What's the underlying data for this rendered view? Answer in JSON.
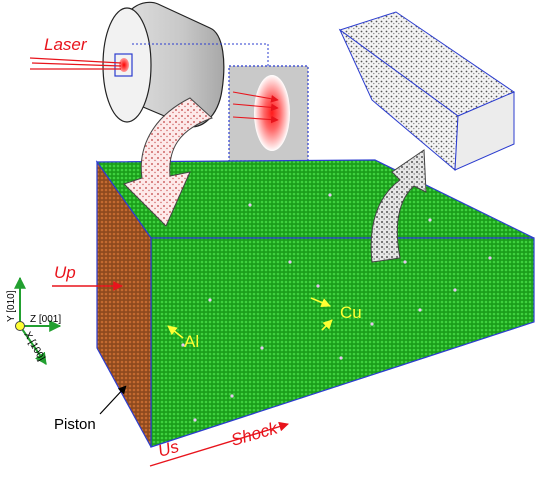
{
  "labels": {
    "laser": "Laser",
    "up": "Up",
    "us": "Us",
    "shock": "Shock",
    "piston": "Piston",
    "al": "Al",
    "cu": "Cu"
  },
  "axes": {
    "y": "Y [010]",
    "z": "Z [001]",
    "x": "X [100]"
  },
  "colors": {
    "laser_red": "#e8141c",
    "crystal_green": "#1fa81f",
    "piston_brown": "#a0522d",
    "edge_blue": "#2b3ccf",
    "label_yellow": "#ffff33",
    "axis_green": "#22a030"
  }
}
